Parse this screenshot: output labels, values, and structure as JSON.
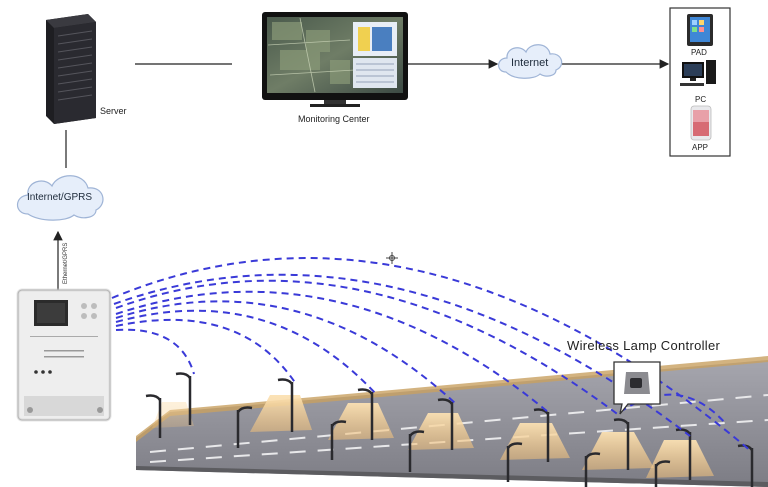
{
  "nodes": {
    "server": {
      "label": "Server",
      "icon": "server-tower-icon"
    },
    "monitoring_center": {
      "label": "Monitoring Center",
      "icon": "monitor-map-icon"
    },
    "internet_cloud": {
      "label": "Internet",
      "icon": "cloud-icon"
    },
    "internet_gprs_cloud": {
      "label": "Internet/GPRS",
      "icon": "cloud-icon"
    },
    "concentrator": {
      "icon": "smart-meter-concentrator-icon",
      "link_label": "Ethernet/GPRS"
    },
    "lamp_controller": {
      "label": "Wireless Lamp Controller",
      "icon": "lamp-controller-icon"
    }
  },
  "clients": [
    {
      "label": "PAD",
      "icon": "tablet-icon"
    },
    {
      "label": "PC",
      "icon": "desktop-pc-icon"
    },
    {
      "label": "APP",
      "icon": "smartphone-icon"
    }
  ],
  "colors": {
    "wireless_link": "#3a3ad8",
    "connector": "#222222",
    "road": "#8a8a92",
    "light_cone": "#f3c98a",
    "cloud_fill": "#e6eefa",
    "cloud_stroke": "#9fb4d6"
  }
}
